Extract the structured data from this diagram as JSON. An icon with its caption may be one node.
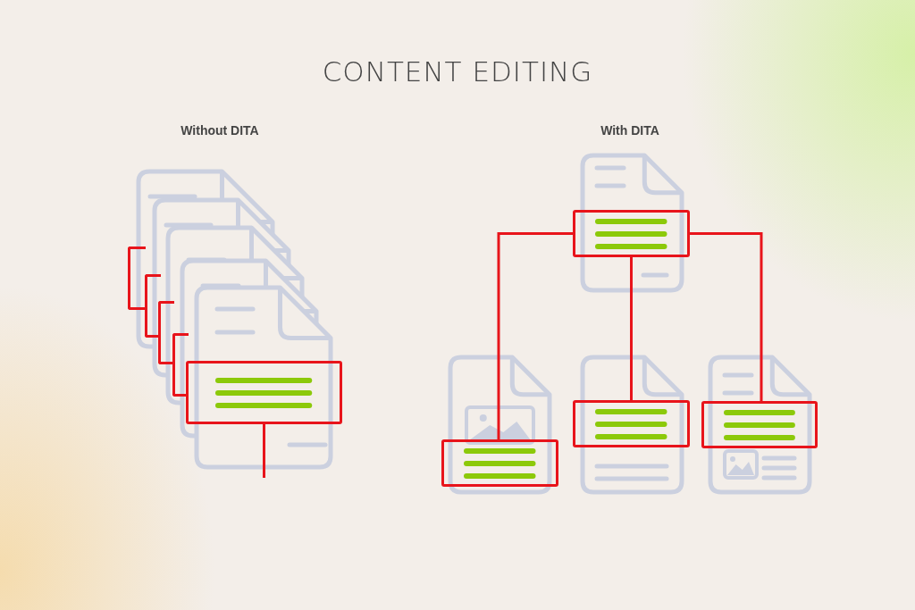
{
  "diagram": {
    "title": "CONTENT EDITING",
    "nodes": [
      {
        "text": [],
        "shape": "box"
      },
      {
        "text": [],
        "shape": "box"
      },
      {
        "text": [],
        "shape": "box"
      },
      {
        "text": [],
        "shape": "box"
      },
      {
        "text": [],
        "shape": "box"
      },
      {
        "text": [],
        "shape": "box"
      },
      {
        "text": [],
        "shape": "box"
      },
      {
        "text": [],
        "shape": "box"
      },
      {
        "text": [],
        "shape": "box"
      }
    ],
    "edges": [
      {
        "from": 4,
        "to": null,
        "arrow": "none"
      },
      {
        "from": 5,
        "to": 6,
        "arrow": "none"
      },
      {
        "from": 5,
        "to": 7,
        "arrow": "none"
      },
      {
        "from": 5,
        "to": 8,
        "arrow": "none"
      }
    ],
    "labels": [
      "Without DITA",
      "With DITA"
    ]
  }
}
